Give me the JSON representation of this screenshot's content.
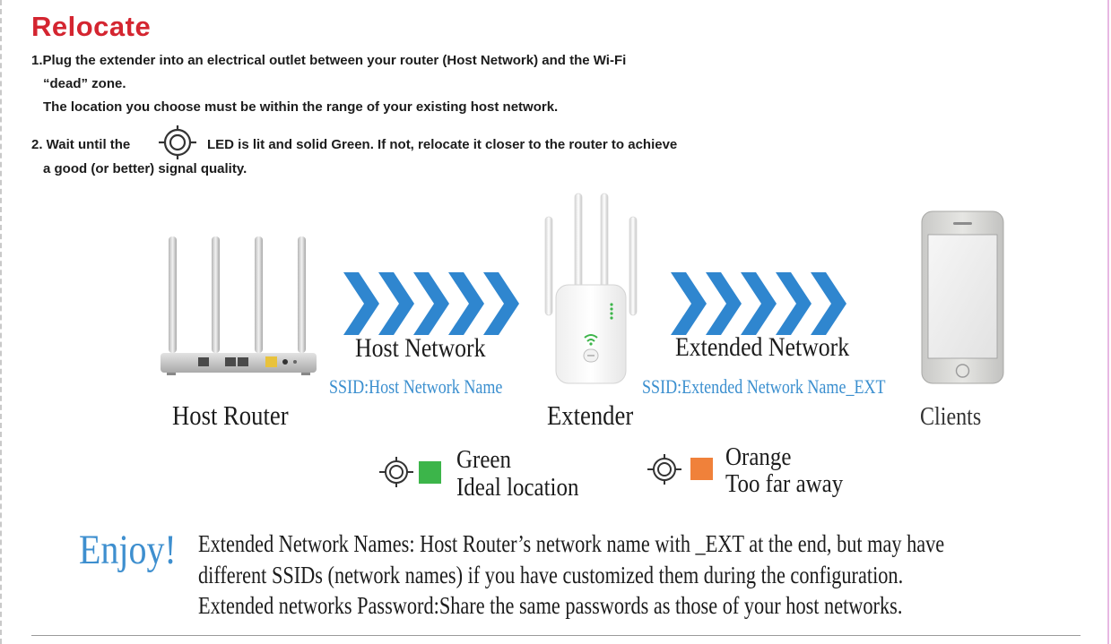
{
  "title": "Relocate",
  "steps": {
    "step1_line1": "1.Plug the extender into an electrical outlet between your router (Host Network) and the Wi-Fi",
    "step1_line2": "“dead” zone.",
    "step1_line3": "The location you choose must be within the range of your existing host network.",
    "step2_before_icon": "2. Wait until the",
    "step2_after_icon": "LED is lit and solid Green. If not, relocate it closer to the router to achieve",
    "step2_line2": "a good (or better) signal quality."
  },
  "icons": {
    "led_icon": "signal-target-icon",
    "router": "router-icon",
    "extender": "extender-icon",
    "phone": "smartphone-icon",
    "arrows": "chevron-arrows-icon"
  },
  "diagram": {
    "host_router_label": "Host Router",
    "host_network_label": "Host Network",
    "host_ssid": "SSID:Host Network Name",
    "extender_label": "Extender",
    "extended_network_label": "Extended Network",
    "extended_ssid": "SSID:Extended Network Name_EXT",
    "clients_label": "Clients"
  },
  "legend": {
    "green": {
      "color_name": "Green",
      "meaning": "Ideal location",
      "color": "#3cb54a"
    },
    "orange": {
      "color_name": "Orange",
      "meaning": "Too far away",
      "color": "#f0813a"
    }
  },
  "enjoy": {
    "heading": "Enjoy!",
    "line1": "Extended Network Names: Host Router’s network name with _EXT at the end, but may have",
    "line2": "different SSIDs (network names) if you have customized them during the configuration.",
    "line3": "Extended networks Password:Share the same passwords as those of your host  networks."
  },
  "colors": {
    "title_red": "#d42530",
    "accent_blue": "#3e8fcf",
    "arrow_blue": "#2f86cf"
  }
}
